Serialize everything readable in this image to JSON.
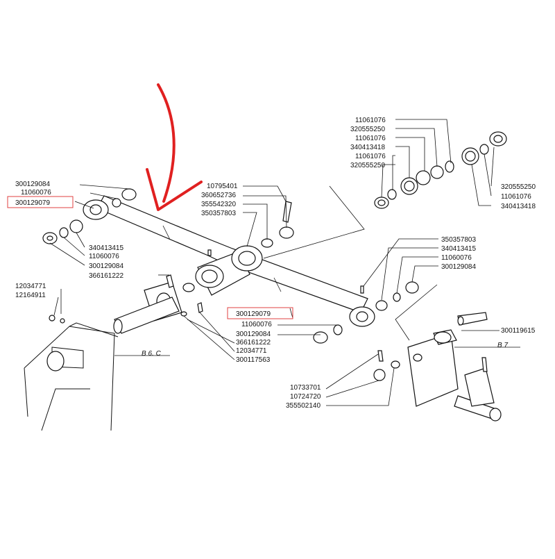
{
  "diagram": {
    "labels_top_left": [
      "300129084",
      "11060076",
      "300129079"
    ],
    "labels_left_bottom": [
      "340413415",
      "11060076",
      "300129084",
      "366161222"
    ],
    "labels_center": [
      "10795401",
      "360652736",
      "355542320",
      "350357803"
    ],
    "labels_top_right_stack": [
      "11061076",
      "320555250",
      "11061076",
      "340413418",
      "11061076",
      "320555250"
    ],
    "labels_right_side": [
      "320555250",
      "11061076",
      "340413418"
    ],
    "labels_mid_right": [
      "350357803",
      "340413415",
      "11060076",
      "300129084"
    ],
    "labels_far_left": [
      "12034771",
      "12164911"
    ],
    "labels_lower_center": [
      "300129079",
      "11060076",
      "300129084",
      "366161222",
      "12034771",
      "300117563"
    ],
    "labels_lower_right": [
      "10733701",
      "10724720",
      "355502140"
    ],
    "label_right_pin": "300119615",
    "view_ref_left": "B 6. C",
    "view_ref_right": "B 7",
    "highlight_color": "#e04040",
    "arrow_color": "#e02020",
    "highlighted_parts": [
      "300129079 (upper-left)",
      "300129079 (lower-center)"
    ]
  }
}
